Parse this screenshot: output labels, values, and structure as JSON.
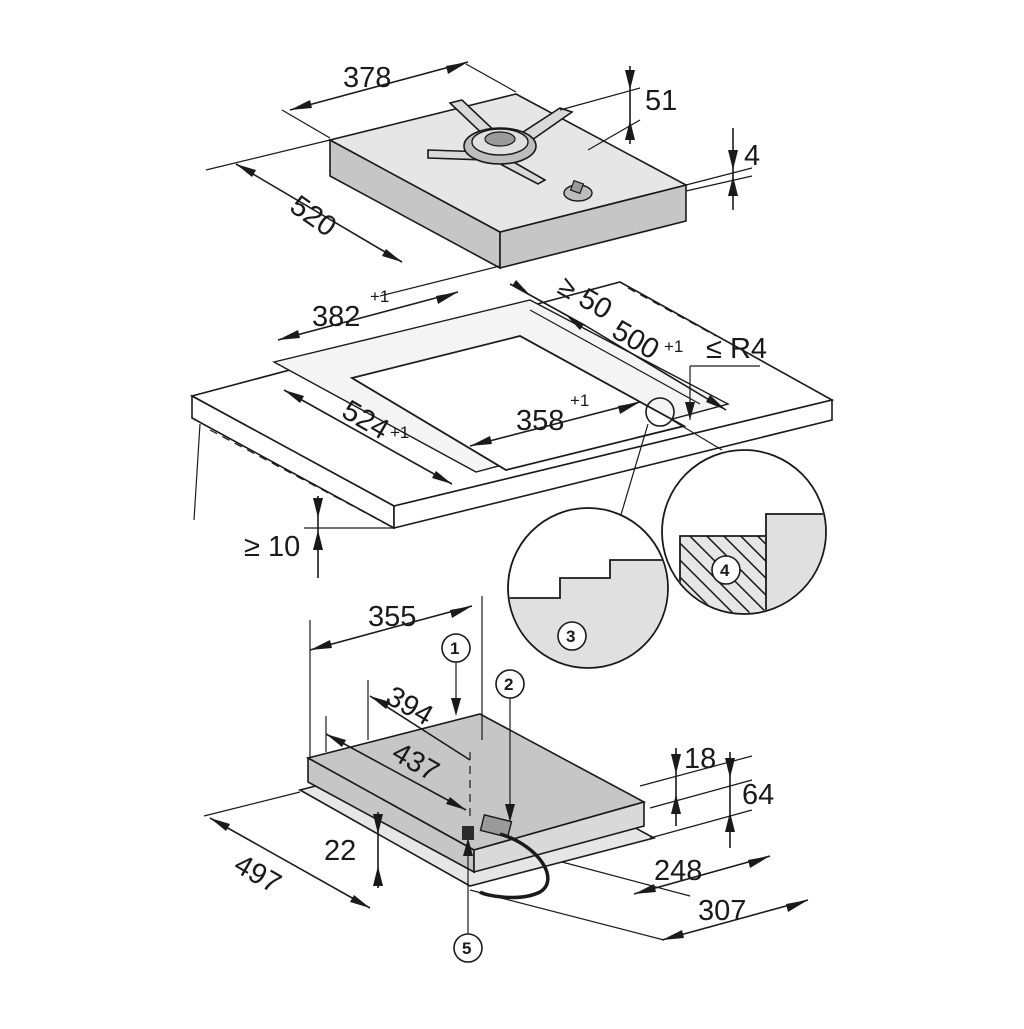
{
  "dimensions": {
    "hob": {
      "width": "378",
      "depth": "520",
      "pan_support_height": "51",
      "glass_height": "4"
    },
    "cutout": {
      "width": "382",
      "width_tol": "+1",
      "depth": "524",
      "depth_tol": "+1",
      "inner_width": "358",
      "inner_width_tol": "+1",
      "rebate_depth": "500",
      "rebate_depth_tol": "+1",
      "min_edge": "≥ 50",
      "radius": "≤ R4",
      "min_thickness": "≥ 10"
    },
    "underside": {
      "width_355": "355",
      "width_394": "394",
      "width_437": "437",
      "depth_497": "497",
      "height_22": "22",
      "height_18": "18",
      "height_64": "64",
      "depth_248": "248",
      "depth_307": "307"
    }
  },
  "callouts": [
    "1",
    "2",
    "3",
    "4",
    "5"
  ]
}
